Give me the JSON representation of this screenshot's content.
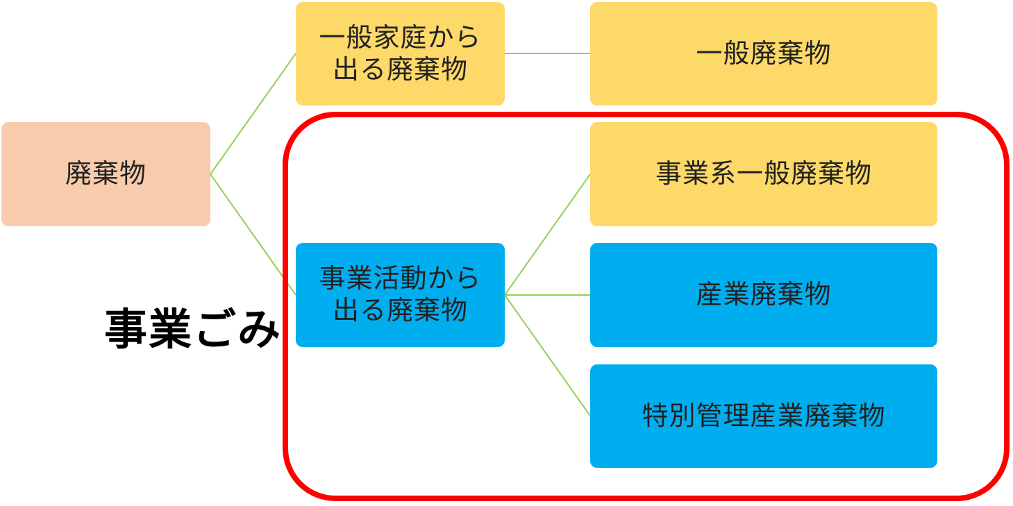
{
  "diagram": {
    "colors": {
      "root": "#f7cbac",
      "household": "#fdd969",
      "business": "#00aeef",
      "connector": "#92d050",
      "highlight": "#ff0000"
    },
    "nodes": {
      "root": "廃棄物",
      "household": "一般家庭から\n出る廃棄物",
      "business": "事業活動から\n出る廃棄物",
      "general_waste": "一般廃棄物",
      "business_general_waste": "事業系一般廃棄物",
      "industrial_waste": "産業廃棄物",
      "special_industrial_waste": "特別管理産業廃棄物"
    },
    "highlight_label": "事業ごみ"
  }
}
